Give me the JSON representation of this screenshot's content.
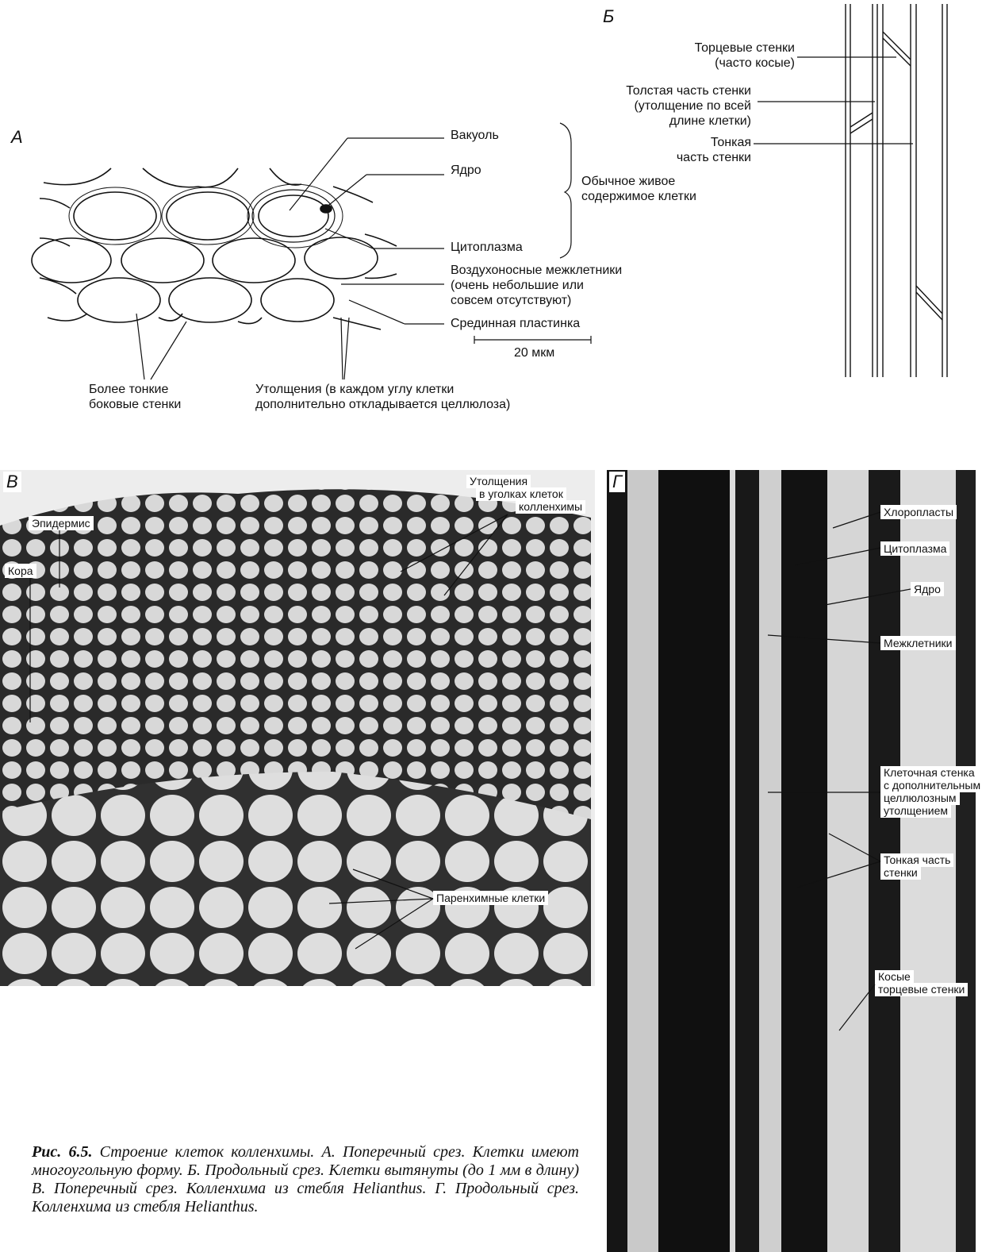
{
  "panel_a": {
    "letter": "А",
    "labels": {
      "vacuole": "Вакуоль",
      "nucleus": "Ядро",
      "cytoplasm": "Цитоплазма",
      "living_contents_1": "Обычное живое",
      "living_contents_2": "содержимое клетки",
      "air_spaces_1": "Воздухоносные межклетники",
      "air_spaces_2": "(очень небольшие или",
      "air_spaces_3": "совсем отсутствуют)",
      "middle_lamella": "Срединная пластинка",
      "scale": "20 мкм",
      "thin_walls_1": "Более тонкие",
      "thin_walls_2": "боковые стенки",
      "thickening_1": "Утолщения (в каждом углу клетки",
      "thickening_2": "дополнительно откладывается целлюлоза)"
    }
  },
  "panel_b": {
    "letter": "Б",
    "labels": {
      "end_walls_1": "Торцевые стенки",
      "end_walls_2": "(часто косые)",
      "thick_part_1": "Толстая часть стенки",
      "thick_part_2": "(утолщение по всей",
      "thick_part_3": "длине клетки)",
      "thin_part_1": "Тонкая",
      "thin_part_2": "часть стенки"
    }
  },
  "panel_v": {
    "letter": "В",
    "labels": {
      "epidermis": "Эпидермис",
      "cortex": "Кора",
      "thickenings_1": "Утолщения",
      "thickenings_2": "в уголках клеток",
      "thickenings_3": "колленхимы",
      "parenchyma": "Паренхимные клетки"
    }
  },
  "panel_g": {
    "letter": "Г",
    "labels": {
      "chloroplasts": "Хлоропласты",
      "cytoplasm": "Цитоплазма",
      "nucleus": "Ядро",
      "intercellular": "Межклетники",
      "wall_1": "Клеточная стенка",
      "wall_2": "с дополнительным",
      "wall_3": "целлюлозным",
      "wall_4": "утолщением",
      "thin_1": "Тонкая часть",
      "thin_2": "стенки",
      "oblique_1": "Косые",
      "oblique_2": "торцевые стенки"
    }
  },
  "caption": {
    "fig": "Рис. 6.5.",
    "text": " Строение клеток колленхимы. А. Поперечный срез. Клетки имеют многоугольную форму. Б. Продольный срез. Клетки вытянуты (до 1 мм в длину) В. Поперечный срез. Колленхима из стебля Helianthus. Г. Продольный срез. Колленхима из стебля Helianthus."
  }
}
